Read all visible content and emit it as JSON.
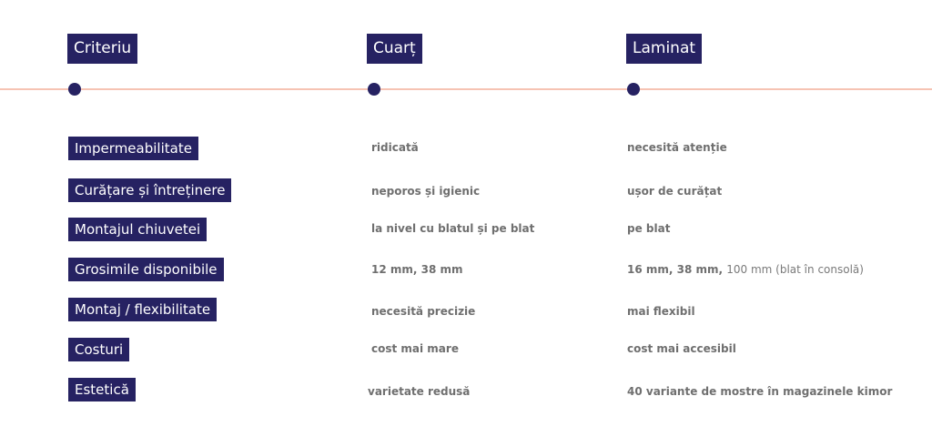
{
  "colors": {
    "accent": "#262262",
    "timeline": "#f6c3b3",
    "value_text": "#6f6f6f"
  },
  "header": {
    "criteria": "Criteriu",
    "col1": "Cuarț",
    "col2": "Laminat"
  },
  "timeline_dots": [
    "criteria-dot",
    "cuart-dot",
    "laminat-dot"
  ],
  "rows": [
    {
      "criterion": "Impermeabilitate",
      "cuart": "ridicată",
      "laminat": "necesită atenție"
    },
    {
      "criterion": "Curățare și întreținere",
      "cuart": "neporos și igienic",
      "laminat": "ușor de curățat"
    },
    {
      "criterion": "Montajul chiuvetei",
      "cuart": "la nivel cu blatul și pe blat",
      "laminat": "pe blat"
    },
    {
      "criterion": "Grosimile disponibile",
      "cuart": "12 mm, 38 mm",
      "laminat": "16 mm, 38 mm,",
      "laminat_extra": "100 mm (blat în consolă)"
    },
    {
      "criterion": "Montaj / flexibilitate",
      "cuart": "necesită precizie",
      "laminat": "mai flexibil"
    },
    {
      "criterion": "Costuri",
      "cuart": "cost mai mare",
      "laminat": "cost mai accesibil"
    },
    {
      "criterion": "Estetică",
      "cuart": "varietate redusă",
      "laminat": "40 variante de mostre în magazinele kimor"
    }
  ]
}
